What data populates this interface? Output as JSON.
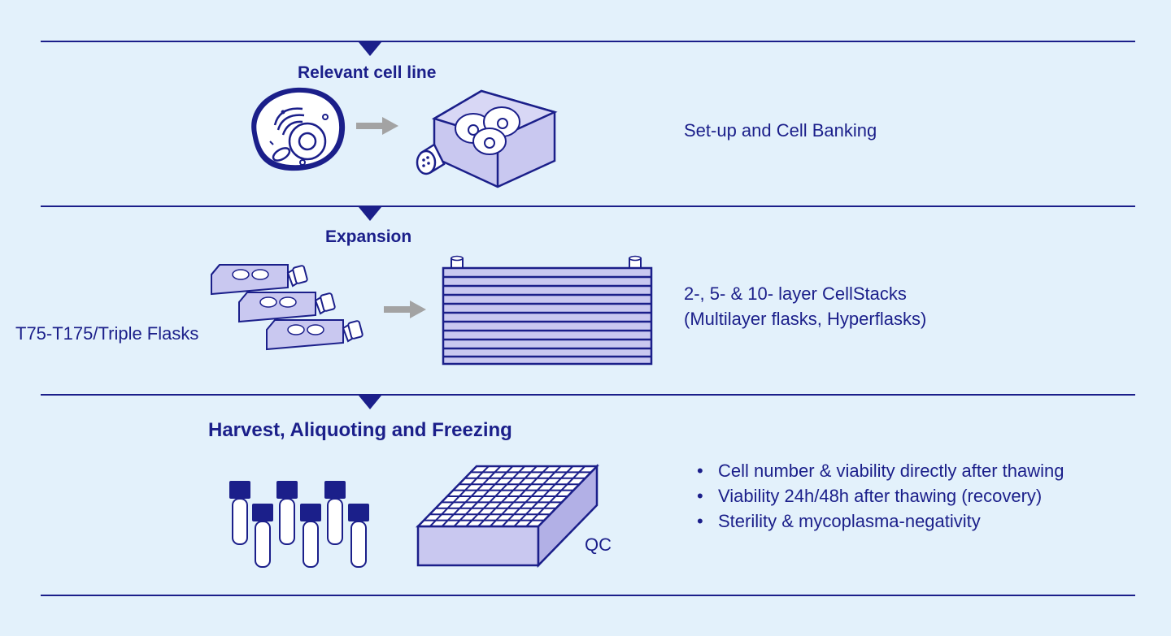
{
  "sections": [
    {
      "title": "Relevant cell line",
      "description": "Set-up and Cell Banking"
    },
    {
      "title": "Expansion",
      "left_label": "T75-T175/Triple Flasks",
      "description_lines": [
        "2-, 5- & 10- layer CellStacks",
        "(Multilayer flasks, Hyperflasks)"
      ]
    },
    {
      "title": "Harvest, Aliquoting and Freezing",
      "qc_label": "QC",
      "bullets": [
        "Cell number & viability directly after thawing",
        "Viability 24h/48h after thawing (recovery)",
        "Sterility & mycoplasma-negativity"
      ]
    }
  ],
  "icons": [
    "cell-icon",
    "arrow-icon",
    "culture-flask-icon",
    "stacked-flasks-icon",
    "cellstack-icon",
    "cryovials-icon",
    "cryobox-grid-icon"
  ],
  "colors": {
    "background": "#e3f1fb",
    "navy": "#1b1f8a",
    "fill_light": "#c9c8f0",
    "arrow_gray": "#a3a3a3"
  }
}
